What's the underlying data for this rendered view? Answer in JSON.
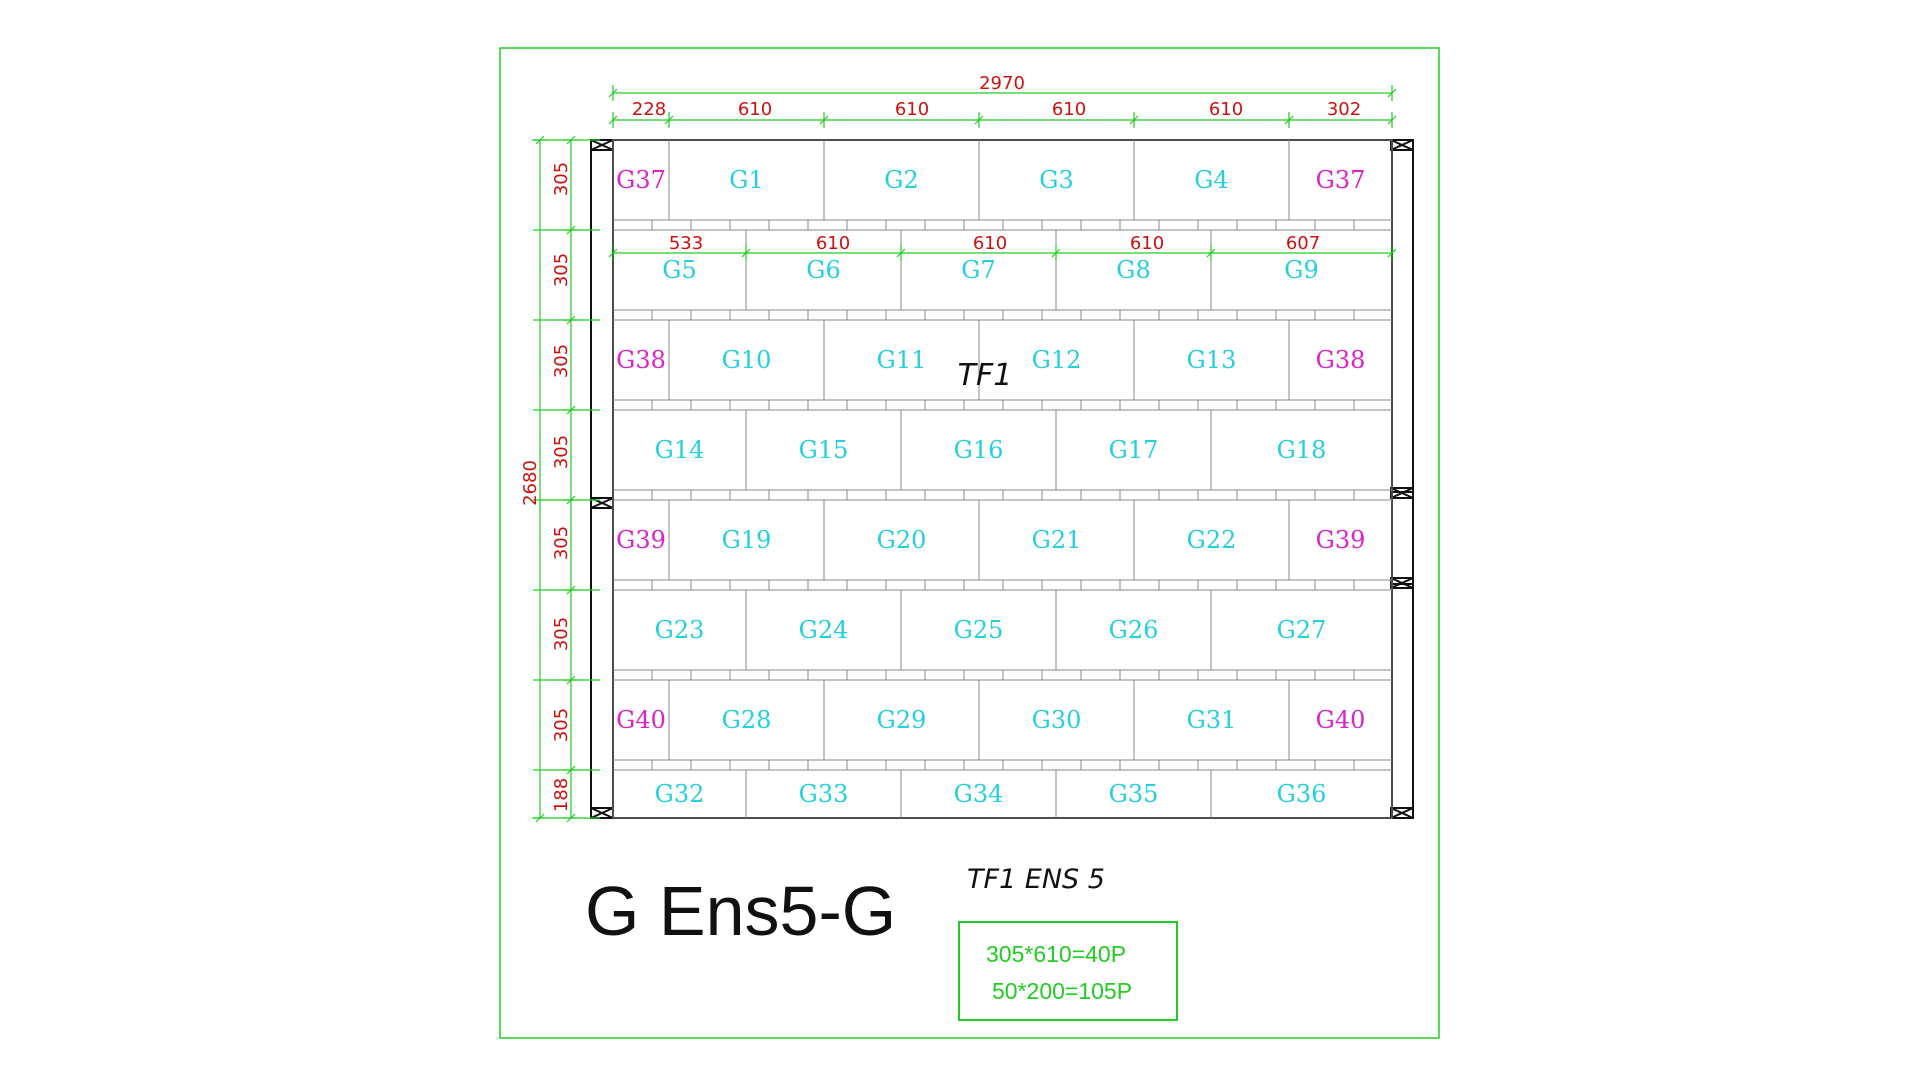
{
  "drawing": {
    "top_total": "2970",
    "top_segments": [
      "228",
      "610",
      "610",
      "610",
      "610",
      "302"
    ],
    "row2_segments": [
      "533",
      "610",
      "610",
      "610",
      "607"
    ],
    "left_total": "2680",
    "left_segments": [
      "305",
      "305",
      "305",
      "305",
      "305",
      "305",
      "305",
      "188"
    ],
    "area_label": "TF1",
    "title": "G Ens5-G",
    "subtitle": "TF1 ENS 5",
    "legend": [
      "305*610=40P",
      "50*200=105P"
    ],
    "colors": {
      "frame": "#22cc22",
      "dimension_text": "#d01010",
      "tile_cyan": "#22d0e0",
      "tile_magenta": "#dd22cc"
    }
  },
  "tiles": [
    {
      "label": "G37",
      "color": "magenta"
    },
    {
      "label": "G1",
      "color": "cyan"
    },
    {
      "label": "G2",
      "color": "cyan"
    },
    {
      "label": "G3",
      "color": "cyan"
    },
    {
      "label": "G4",
      "color": "cyan"
    },
    {
      "label": "G37",
      "color": "magenta"
    },
    {
      "label": "G5",
      "color": "cyan"
    },
    {
      "label": "G6",
      "color": "cyan"
    },
    {
      "label": "G7",
      "color": "cyan"
    },
    {
      "label": "G8",
      "color": "cyan"
    },
    {
      "label": "G9",
      "color": "cyan"
    },
    {
      "label": "G38",
      "color": "magenta"
    },
    {
      "label": "G10",
      "color": "cyan"
    },
    {
      "label": "G11",
      "color": "cyan"
    },
    {
      "label": "G12",
      "color": "cyan"
    },
    {
      "label": "G13",
      "color": "cyan"
    },
    {
      "label": "G38",
      "color": "magenta"
    },
    {
      "label": "G14",
      "color": "cyan"
    },
    {
      "label": "G15",
      "color": "cyan"
    },
    {
      "label": "G16",
      "color": "cyan"
    },
    {
      "label": "G17",
      "color": "cyan"
    },
    {
      "label": "G18",
      "color": "cyan"
    },
    {
      "label": "G39",
      "color": "magenta"
    },
    {
      "label": "G19",
      "color": "cyan"
    },
    {
      "label": "G20",
      "color": "cyan"
    },
    {
      "label": "G21",
      "color": "cyan"
    },
    {
      "label": "G22",
      "color": "cyan"
    },
    {
      "label": "G39",
      "color": "magenta"
    },
    {
      "label": "G23",
      "color": "cyan"
    },
    {
      "label": "G24",
      "color": "cyan"
    },
    {
      "label": "G25",
      "color": "cyan"
    },
    {
      "label": "G26",
      "color": "cyan"
    },
    {
      "label": "G27",
      "color": "cyan"
    },
    {
      "label": "G40",
      "color": "magenta"
    },
    {
      "label": "G28",
      "color": "cyan"
    },
    {
      "label": "G29",
      "color": "cyan"
    },
    {
      "label": "G30",
      "color": "cyan"
    },
    {
      "label": "G31",
      "color": "cyan"
    },
    {
      "label": "G40",
      "color": "magenta"
    },
    {
      "label": "G32",
      "color": "cyan"
    },
    {
      "label": "G33",
      "color": "cyan"
    },
    {
      "label": "G34",
      "color": "cyan"
    },
    {
      "label": "G35",
      "color": "cyan"
    },
    {
      "label": "G36",
      "color": "cyan"
    }
  ]
}
